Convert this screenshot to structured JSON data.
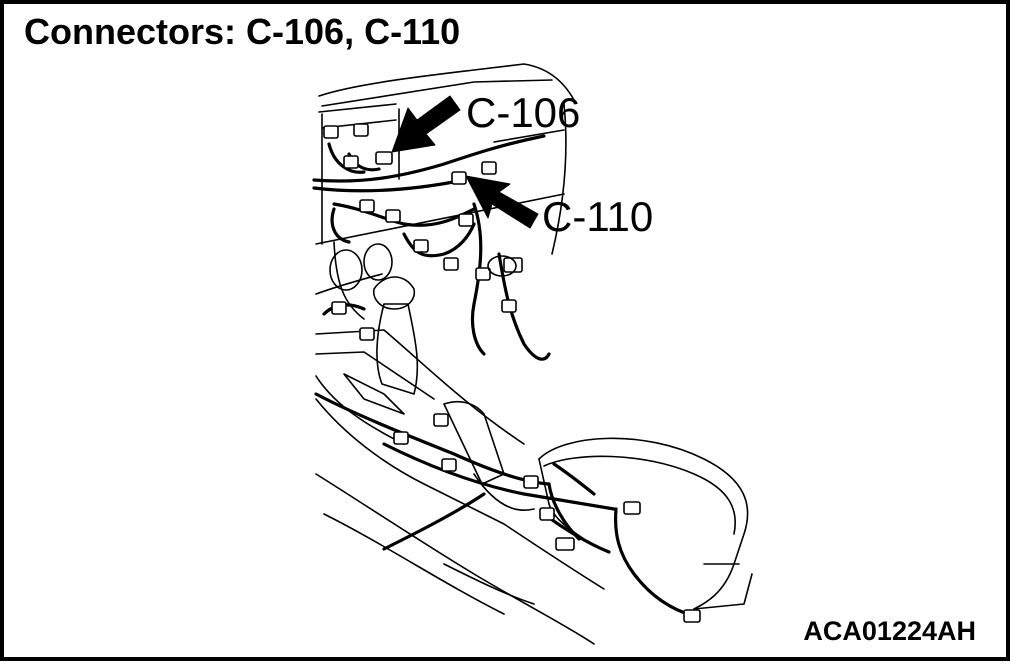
{
  "title": "Connectors: C-106, C-110",
  "labels": {
    "c106": "C-106",
    "c110": "C-110"
  },
  "figure_code": "ACA01224AH",
  "colors": {
    "ink": "#000000",
    "paper": "#ffffff"
  }
}
